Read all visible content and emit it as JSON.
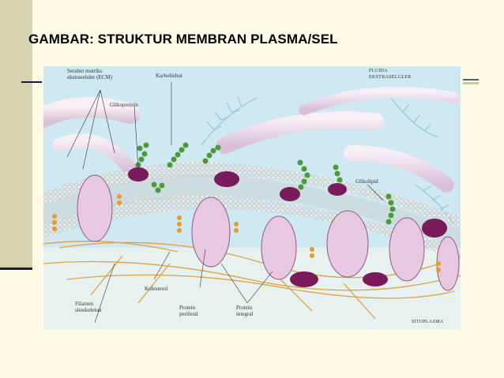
{
  "slide": {
    "title": "GAMBAR: STRUKTUR MEMBRAN PLASMA/SEL"
  },
  "diagram": {
    "labels": {
      "ecm_line1": "Serabut matriks",
      "ecm_line2": "ekstraseluler (ECM)",
      "glycoprotein": "Glikoprotein",
      "carbohydrate": "Karbohidrat",
      "extracellular_line1": "FLUIDA",
      "extracellular_line2": "EKSTRASELULER",
      "glycolipid": "Glikolipid",
      "cholesterol": "Kolesterol",
      "cytoskeleton_line1": "Filamen",
      "cytoskeleton_line2": "sitoskeleton",
      "peripheral_line1": "Protein",
      "peripheral_line2": "periferal",
      "integral_line1": "Protein",
      "integral_line2": "integral",
      "cytoplasm": "SITOPLASMA"
    }
  },
  "colors": {
    "background": "#fffbe6",
    "sidebar": "#d6d4ae",
    "figure_bg": "#cfe9f2",
    "membrane": "#e8e2da",
    "protein": "#e8c8e0",
    "protein_dark": "#7a1a5a",
    "carbohydrate": "#4a9a3a",
    "cholesterol": "#e89a2a",
    "fiber": "#e0a040"
  }
}
